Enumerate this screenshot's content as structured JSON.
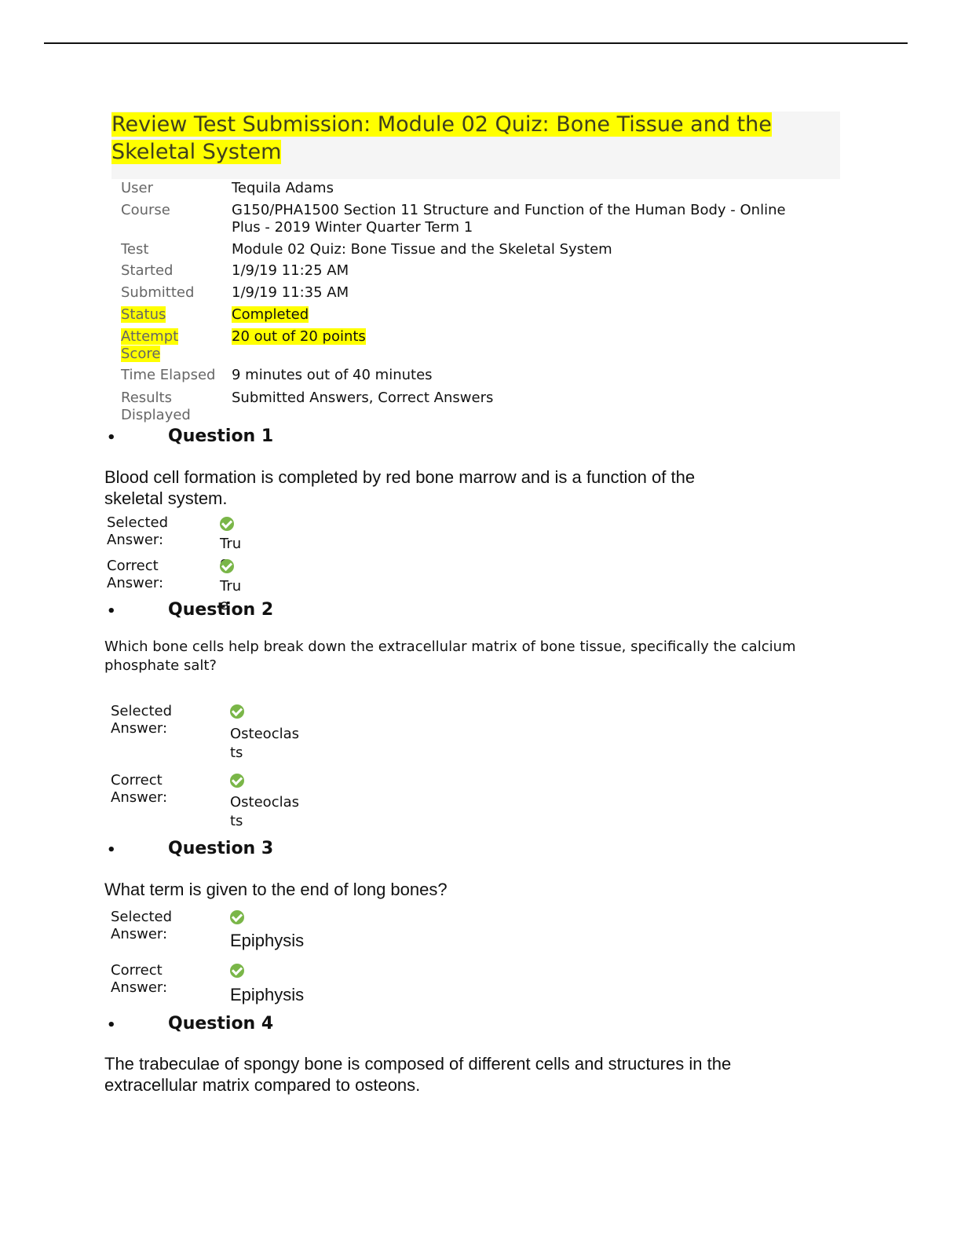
{
  "page": {
    "title": "Review Test Submission: Module 02 Quiz: Bone Tissue and the Skeletal System"
  },
  "meta": {
    "user_label": "User",
    "user_value": "Tequila Adams",
    "course_label": "Course",
    "course_value": "G150/PHA1500 Section 11 Structure and Function of the Human Body - Online Plus - 2019 Winter Quarter Term 1",
    "test_label": "Test",
    "test_value": "Module 02 Quiz: Bone Tissue and the Skeletal System",
    "started_label": "Started",
    "started_value": "1/9/19 11:25 AM",
    "submitted_label": "Submitted",
    "submitted_value": "1/9/19 11:35 AM",
    "status_label": "Status",
    "status_value": "Completed",
    "score_label_1": "Attempt",
    "score_label_2": "Score",
    "score_value": "20 out of 20 points",
    "elapsed_label": "Time Elapsed",
    "elapsed_value": "9 minutes out of 40 minutes",
    "results_label": "Results Displayed",
    "results_value": "Submitted Answers, Correct Answers"
  },
  "questions": [
    {
      "bullet": "•",
      "heading": "Question 1",
      "text": "Blood cell formation is completed by red bone marrow and is a function of the skeletal system.",
      "selected_label": "Selected Answer:",
      "selected_value": "True",
      "correct_label": "Correct Answer:",
      "correct_value": "True"
    },
    {
      "bullet": "•",
      "heading": "Question 2",
      "text": "Which bone cells help break down the extracellular matrix of bone tissue, specifically the calcium phosphate salt?",
      "selected_label": "Selected Answer:",
      "selected_value": "Osteoclasts",
      "correct_label": "Correct Answer:",
      "correct_value": "Osteoclasts"
    },
    {
      "bullet": "•",
      "heading": "Question 3",
      "text": "What term is given to the end of long bones?",
      "selected_label": "Selected Answer:",
      "selected_value": "Epiphysis",
      "correct_label": "Correct Answer:",
      "correct_value": "Epiphysis"
    },
    {
      "bullet": "•",
      "heading": "Question 4",
      "text": "The trabeculae of spongy bone is composed of different cells and structures in the extracellular matrix compared to osteons."
    }
  ],
  "icons": {
    "answer_status": "correct-check-icon",
    "check_color": "#7ab648",
    "highlight_color": "#ffff00"
  }
}
